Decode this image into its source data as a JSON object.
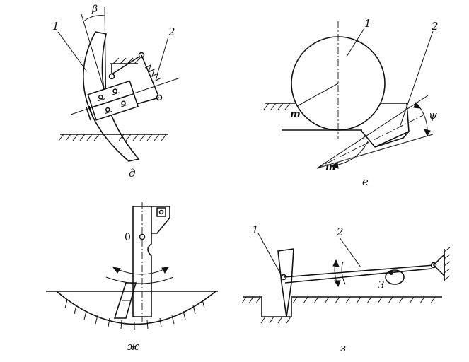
{
  "panels": {
    "d": {
      "caption": "д",
      "labels": {
        "part1": "1",
        "part2": "2",
        "angle": "β"
      }
    },
    "e": {
      "caption": "е",
      "labels": {
        "part1": "1",
        "part2": "2",
        "angle": "ψ",
        "point_top": "m",
        "point_bottom": "m"
      }
    },
    "zh": {
      "caption": "ж",
      "labels": {
        "axis": "0"
      }
    },
    "z": {
      "caption": "з",
      "labels": {
        "part1": "1",
        "part2": "2",
        "part3": "3"
      }
    }
  }
}
